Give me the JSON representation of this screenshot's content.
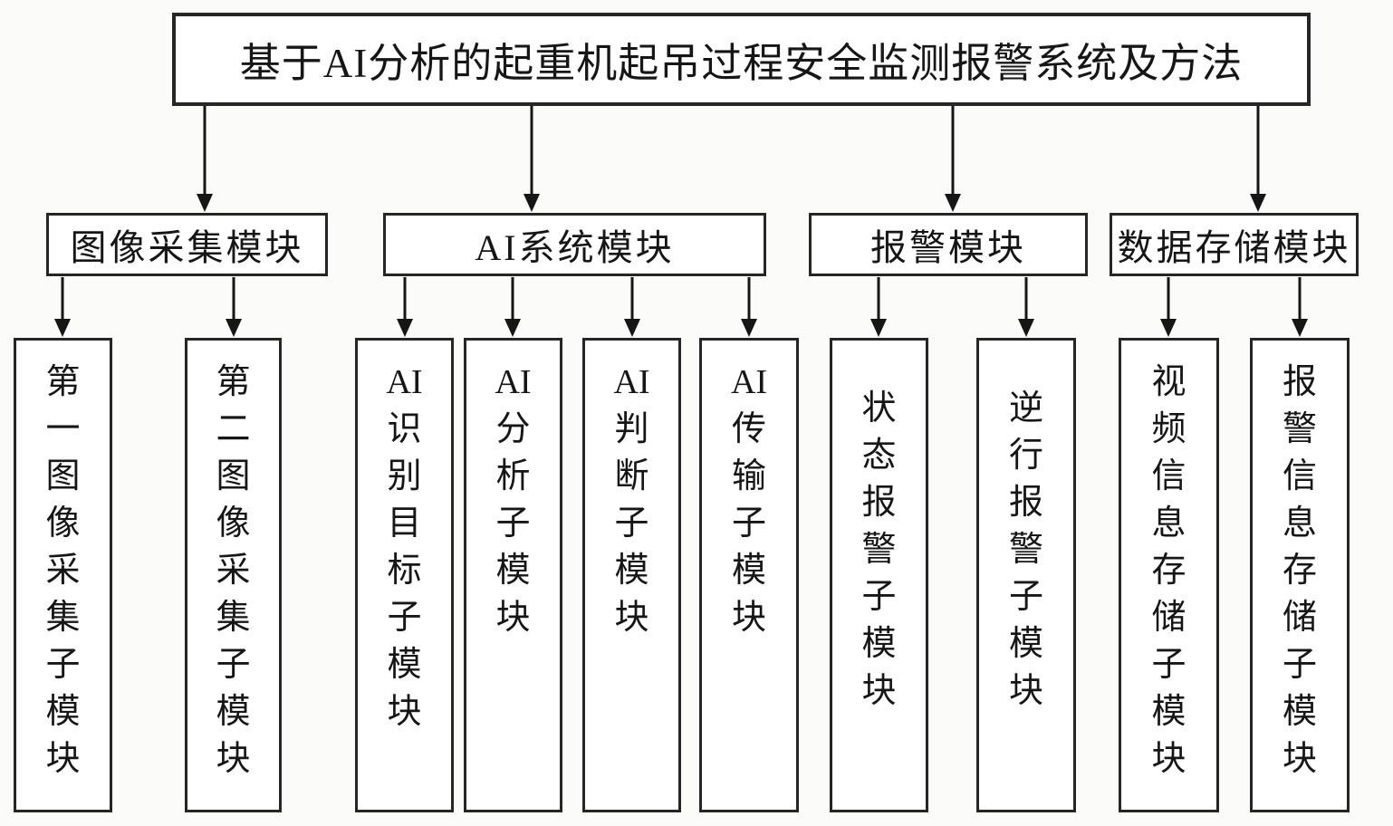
{
  "diagram": {
    "title": "基于AI分析的起重机起吊过程安全监测报警系统及方法",
    "modules": [
      {
        "label": "图像采集模块"
      },
      {
        "label": "AI系统模块"
      },
      {
        "label": "报警模块"
      },
      {
        "label": "数据存储模块"
      }
    ],
    "submodules": [
      {
        "units": [
          "第",
          "一",
          "图",
          "像",
          "采",
          "集",
          "子",
          "模",
          "块"
        ]
      },
      {
        "units": [
          "第",
          "二",
          "图",
          "像",
          "采",
          "集",
          "子",
          "模",
          "块"
        ]
      },
      {
        "units": [
          "AI",
          "识",
          "别",
          "目",
          "标",
          "子",
          "模",
          "块"
        ]
      },
      {
        "units": [
          "AI",
          "分",
          "析",
          "子",
          "模",
          "块"
        ]
      },
      {
        "units": [
          "AI",
          "判",
          "断",
          "子",
          "模",
          "块"
        ]
      },
      {
        "units": [
          "AI",
          "传",
          "输",
          "子",
          "模",
          "块"
        ]
      },
      {
        "units": [
          "状",
          "态",
          "报",
          "警",
          "子",
          "模",
          "块"
        ]
      },
      {
        "units": [
          "逆",
          "行",
          "报",
          "警",
          "子",
          "模",
          "块"
        ]
      },
      {
        "units": [
          "视",
          "频",
          "信",
          "息",
          "存",
          "储",
          "子",
          "模",
          "块"
        ]
      },
      {
        "units": [
          "报",
          "警",
          "信",
          "息",
          "存",
          "储",
          "子",
          "模",
          "块"
        ]
      }
    ],
    "line_color": "#161616",
    "box_background": "#ffffff"
  }
}
